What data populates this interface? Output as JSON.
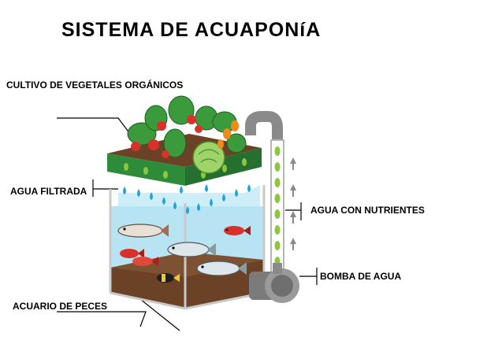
{
  "title": "SISTEMA  DE ACUAPONíA",
  "labels": {
    "vegetables": "CULTIVO DE VEGETALES ORGÁNICOS",
    "filtered_water": "AGUA FILTRADA",
    "nutrient_water": "AGUA CON NUTRIENTES",
    "pump": "BOMBA DE AGUA",
    "aquarium": "ACUARIO DE PECES"
  },
  "colors": {
    "grow_bed": "#2e8b3a",
    "soil": "#6b4226",
    "water": "#b8e3f2",
    "droplets": "#1fa3dc",
    "nutrient_drops": "#8cc63f",
    "pipe": "#8a8a8a"
  }
}
